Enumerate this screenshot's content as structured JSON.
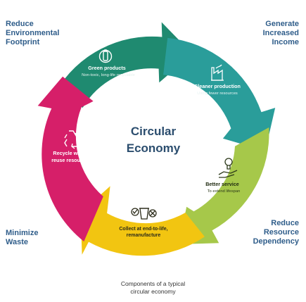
{
  "center": {
    "line1": "Circular",
    "line2": "Economy"
  },
  "segments": [
    {
      "title": "Green products",
      "subtitle": "Non-toxic, long-life recyclable",
      "icon": "recycle-bottle-icon",
      "color": "#1f8a70"
    },
    {
      "title": "Cleaner production",
      "subtitle": "Using fewer resources",
      "icon": "factory-icon",
      "color": "#2a9d9a"
    },
    {
      "title": "Better service",
      "subtitle": "To extend lifespan",
      "icon": "hand-service-icon",
      "color": "#a6c84a"
    },
    {
      "title": "Collect at end-to-life,",
      "title2": "remanufacture",
      "subtitle": "",
      "icon": "collect-bin-icon",
      "color": "#f2c511"
    },
    {
      "title": "Recycle waste,",
      "title2": "reuse resources",
      "subtitle": "",
      "icon": "recycle-icon",
      "color": "#d61f69"
    }
  ],
  "corners": {
    "top_left": [
      "Reduce",
      "Environmental",
      "Footprint"
    ],
    "top_right": [
      "Generate",
      "Increased",
      "Income"
    ],
    "bottom_left": [
      "Minimize",
      "Waste"
    ],
    "bottom_right": [
      "Reduce",
      "Resource",
      "Dependency"
    ]
  },
  "caption": [
    "Components of a typical",
    "circular economy"
  ],
  "colors": {
    "corner_text": "#2f5d8a",
    "center_text": "#2b4d6e",
    "green": "#1f8a70",
    "teal": "#2a9d9a",
    "lime": "#a6c84a",
    "yellow": "#f2c511",
    "magenta": "#d61f69"
  }
}
